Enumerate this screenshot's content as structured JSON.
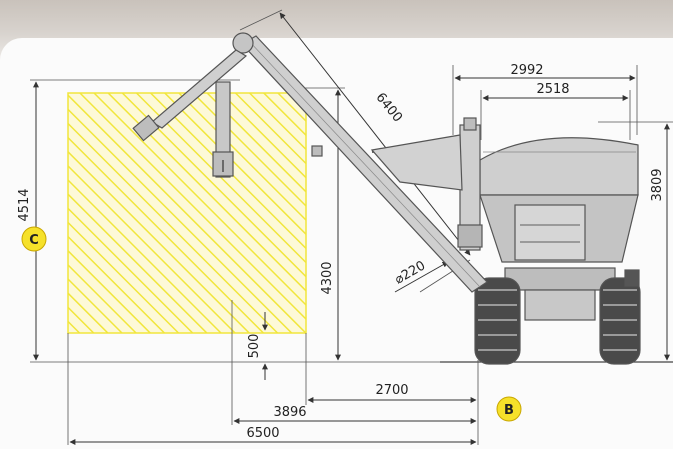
{
  "dimensions": {
    "width_2992": "2992",
    "width_2518": "2518",
    "height_3809": "3809",
    "height_4514": "4514",
    "height_4300": "4300",
    "offset_500": "500",
    "reach_2700": "2700",
    "reach_3896": "3896",
    "reach_6500": "6500",
    "auger_length": "6400",
    "auger_diameter": "⌀220"
  },
  "badges": {
    "c_label": "C",
    "b_label": "B"
  },
  "colors": {
    "hatch": "#f1e63c",
    "badge_fill": "#f6e12a",
    "badge_stroke": "#c9a700",
    "machine_fill": "#cfcfcf",
    "machine_stroke": "#555555",
    "tire": "#4a4a4a"
  }
}
